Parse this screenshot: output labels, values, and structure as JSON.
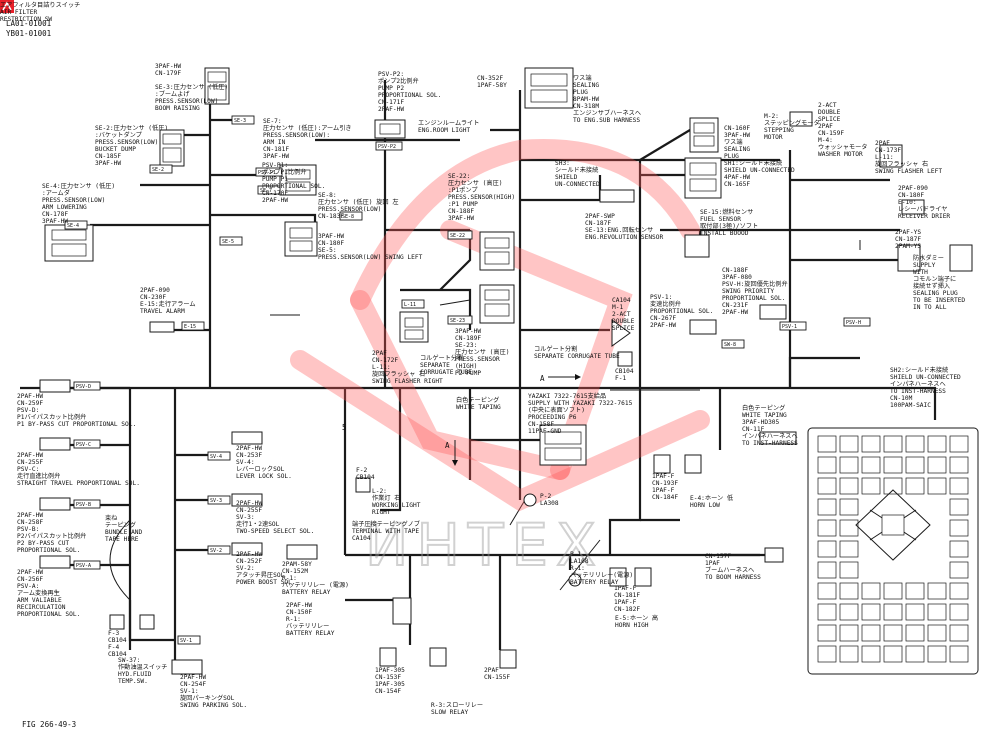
{
  "header": {
    "code1": "LA01-01001",
    "code2": "YB01-01001"
  },
  "footer": {
    "figure": "FIG 266-49-3"
  },
  "watermark": {
    "text": "ИНТЕХ",
    "color": "#ff5a5a"
  },
  "labels": [
    {
      "id": "se3",
      "lines": [
        "3PAF-HW",
        "CN-179F",
        "",
        "SE-3:圧力センサ (低圧)",
        "  :ブームよげ",
        "PRESS.SENSOR(LOW)",
        "BOOM RAISING"
      ]
    },
    {
      "id": "se2",
      "lines": [
        "SE-2:圧力センサ (低圧)",
        "  :バケットダンプ",
        "PRESS.SENSOR(LOW)",
        "BUCKET DUMP",
        "CN-185F",
        "3PAF-HW"
      ]
    },
    {
      "id": "se4",
      "lines": [
        "SE-4:圧力センサ (低圧)",
        "  :アームダ",
        "PRESS.SENSOR(LOW)",
        "ARM LOWERING",
        "CN-178F",
        "3PAF-HW"
      ]
    },
    {
      "id": "se7",
      "lines": [
        "SE-7:",
        "圧力センサ (低圧):アーム引き",
        "PRESS.SENSOR(LOW):",
        "ARM IN",
        "CN-181F",
        "3PAF-HW"
      ]
    },
    {
      "id": "psvp2",
      "lines": [
        "PSV-P2:",
        "ポンプ2比例弁",
        "PUMP P2",
        "PROPORTIONAL SOL.",
        "CN-171F",
        "2PAF-HW"
      ]
    },
    {
      "id": "psvp1",
      "lines": [
        "PSV-P1:",
        "ポンプP1比例弁",
        "PUMP P1",
        "PROPORTIONAL SOL.",
        "CN-170F",
        "2PAF-HW"
      ]
    },
    {
      "id": "se8",
      "lines": [
        "SE-8:",
        "圧力センサ (低圧) 旋回 左",
        "PRESS.SENSOR(LOW)",
        "CN-183F"
      ]
    },
    {
      "id": "se5",
      "lines": [
        "3PAF-HW",
        "CN-180F",
        "SE-5:",
        "PRESS.SENSOR(LOW) SWING LEFT"
      ]
    },
    {
      "id": "e15",
      "lines": [
        "2PAF-090",
        "CN-230F",
        "E-15:走行アラーム",
        "TRAVEL ALARM"
      ]
    },
    {
      "id": "engroom",
      "lines": [
        "エンジンルームライト",
        "ENG.ROOM LIGHT"
      ]
    },
    {
      "id": "cn352",
      "lines": [
        "CN-352F",
        "1PAF-58Y"
      ]
    },
    {
      "id": "sealplug",
      "lines": [
        "ワス端",
        "SEALING",
        "PLUG",
        "8PAM-HW",
        "CN-318M",
        "エンジンサブハーネスへ",
        "TO ENG.SUB HARNESS"
      ]
    },
    {
      "id": "se22",
      "lines": [
        "SE-22:",
        "圧力センサ (高圧)",
        ":P1ポンプ",
        "PRESS.SENSOR(HIGH)",
        ":P1 PUMP",
        "CN-188F",
        "3PAF-HW"
      ]
    },
    {
      "id": "sh3",
      "lines": [
        "SH3:",
        "シールド未接続",
        "SHIELD",
        "UN-CONNECTED"
      ]
    },
    {
      "id": "se13",
      "lines": [
        "2PAF-SWP",
        "CN-187F",
        "SE-13:ENG.回転センサ",
        "ENG.REVOLUTION SENSOR"
      ]
    },
    {
      "id": "cn160",
      "lines": [
        "CN-160F",
        "3PAF-HW",
        "ワス端",
        "SEALING",
        "PLUG",
        "SH1:シールド未接続",
        "SHIELD UN-CONNECTED",
        "4PAF-HW",
        "CN-165F"
      ]
    },
    {
      "id": "m2",
      "lines": [
        "M-2:",
        "ステッピングモータ",
        "STEPPING",
        "MOTOR"
      ]
    },
    {
      "id": "m4",
      "lines": [
        "2-ACT",
        "DOUBLE",
        "SPLICE",
        "2PAF",
        "CN-159F",
        "M-4:",
        "ウォッシャモータ",
        "WASHER MOTOR"
      ]
    },
    {
      "id": "l11r",
      "lines": [
        "2PAF",
        "CN-173F",
        "L-11:",
        "旋回フラッシャ 右",
        "SWING FLASHER LEFT"
      ]
    },
    {
      "id": "e10",
      "lines": [
        "2PAF-090",
        "CN-180F",
        "E-10:",
        "レシーバドライヤ",
        "RECEIVER DRIER"
      ]
    },
    {
      "id": "se15",
      "lines": [
        "SE-15:燃料センサ",
        "FUEL SENSOR",
        "取付部(3極)/ソフト",
        "INSTALL BOOOD"
      ]
    },
    {
      "id": "cn187",
      "lines": [
        "2PAF-YS",
        "CN-187F",
        "2PAM-YS"
      ]
    },
    {
      "id": "psvh",
      "lines": [
        "CN-188F",
        "3PAF-080",
        "PSV-H:旋回優先比例弁",
        "SWING PRIORITY",
        "PROPORTIONAL SOL.",
        "CN-231F",
        "2PAF-HW"
      ]
    },
    {
      "id": "sealplug2",
      "lines": [
        "防水ダミー",
        "SUPPLY",
        "WITH",
        "コモルン端子に",
        "接続せず挿入",
        "SEALING PLUG",
        "TO BE INSERTED",
        "IN TO ALL"
      ]
    },
    {
      "id": "l11",
      "lines": [
        "2PAF",
        "CN-172F",
        "L-11:",
        "旋回フラッシャ 右",
        "SWING FLASHER RIGHT"
      ]
    },
    {
      "id": "sep",
      "lines": [
        "コルゲート分割",
        "SEPARATE",
        "CORRUGATE TUBE"
      ]
    },
    {
      "id": "se23",
      "lines": [
        "3PAF-HW",
        "CN-189F",
        "SE-23:",
        "圧力センサ (高圧)",
        "PRESS.SENSOR",
        "(HIGH)",
        "P2 PUMP"
      ]
    },
    {
      "id": "sep2",
      "lines": [
        "コルゲート分割",
        "SEPARATE CORRUGATE TUBE"
      ]
    },
    {
      "id": "ca104",
      "lines": [
        "CA104",
        "M-1",
        "2-ACT",
        "DOUBLE",
        "SPLICE"
      ]
    },
    {
      "id": "psv1",
      "lines": [
        "PSV-1:",
        "変速比例弁",
        "PROPORTIONAL SOL.",
        "CN-267F",
        "2PAF-HW"
      ]
    },
    {
      "id": "sw8",
      "lines": [
        "SW-8:",
        "エアフィルタ目詰りスイッチ",
        "AIR FILTER",
        "RESTRICTION SW"
      ]
    },
    {
      "id": "cb104a",
      "lines": [
        "CB104",
        "F-1"
      ]
    },
    {
      "id": "sh2",
      "lines": [
        "SH2:シールド未接続",
        "SHIELD UN-CONNECTED",
        "インパネハーネスへ",
        "TO INST-HARNESS",
        "CN-10M",
        "100PAM-SAIC"
      ]
    },
    {
      "id": "psvd",
      "lines": [
        "2PAF-HW",
        "CN-259F",
        "PSV-D:",
        "P1バイパスカット比例弁",
        "P1 BY-PASS CUT PROPORTIONAL SOL."
      ]
    },
    {
      "id": "psvc",
      "lines": [
        "2PAF-HW",
        "CN-255F",
        "PSV-C:",
        "走行直進比例弁",
        "STRAIGHT TRAVEL PROPORTIONAL SOL."
      ]
    },
    {
      "id": "psvb",
      "lines": [
        "2PAF-HW",
        "CN-258F",
        "PSV-B:",
        "P2バイパスカット比例弁",
        "P2 BY-PASS CUT",
        "PROPORTIONAL SOL."
      ]
    },
    {
      "id": "psva",
      "lines": [
        "2PAF-HW",
        "CN-256F",
        "PSV-A:",
        "アーム変換再生",
        "ARM VALIABLE",
        "RECIRCULATION",
        "PROPORTIONAL SOL."
      ]
    },
    {
      "id": "bundle",
      "lines": [
        "束ね",
        "テーピング",
        "BUNDLE AND",
        "TAPE HERE"
      ]
    },
    {
      "id": "sv4",
      "lines": [
        "2PAF-HW",
        "CN-253F",
        "SV-4:",
        "レバーロックSOL",
        "LEVER LOCK SOL."
      ]
    },
    {
      "id": "sv3",
      "lines": [
        "2PAF-HW",
        "CN-255F",
        "SV-3:",
        "走行1・2速SOL",
        "TWO-SPEED SELECT SOL."
      ]
    },
    {
      "id": "sv2",
      "lines": [
        "2PAF-HW",
        "CN-252F",
        "SV-2:",
        "アタッチ昇圧SOL",
        "POWER BOOST SOL."
      ]
    },
    {
      "id": "f2",
      "lines": [
        "F-2",
        "CB104"
      ]
    },
    {
      "id": "l2",
      "lines": [
        "L-2:",
        "作業灯 右",
        "WORKING LIGHT",
        "RIGHT"
      ]
    },
    {
      "id": "ca104b",
      "lines": [
        "端子圧接テーピングノブ",
        "TERMINAL WITH TAPE",
        "CA104"
      ]
    },
    {
      "id": "yazaki",
      "lines": [
        "YAZAKI 7322-7615支給品",
        "SUPPLY WITH YAZAKI 7322-7615",
        "(中央に表面ソフト)",
        "PROCEEDING P6",
        "CN-158F",
        "11PAF-GND"
      ]
    },
    {
      "id": "taping",
      "lines": [
        "白色テーピング",
        "WHITE TAPING"
      ]
    },
    {
      "id": "p2",
      "lines": [
        "P-2",
        "LA308"
      ]
    },
    {
      "id": "cn193",
      "lines": [
        "1PAF-F",
        "CN-193F",
        "1PAF-F",
        "CN-184F"
      ]
    },
    {
      "id": "e4",
      "lines": [
        "E-4:ホーン 低",
        "HORN LOW"
      ]
    },
    {
      "id": "inst",
      "lines": [
        "白色テーピング",
        "WHITE TAPING",
        "3PAF-HD305",
        "CN-11F",
        "インパネハーネスへ",
        "TO INST-HARNESS"
      ]
    },
    {
      "id": "cn152",
      "lines": [
        "2PAM-58Y",
        "CN-152M",
        "R-1:",
        "バッテリリレー (電源)",
        "BATTERY RELAY"
      ]
    },
    {
      "id": "cn150",
      "lines": [
        "2PAF-HW",
        "CN-150F",
        "R-1:",
        "バッテリリレー",
        "BATTERY RELAY"
      ]
    },
    {
      "id": "p1",
      "lines": [
        "P-1",
        "LA108",
        "R-1:",
        "バッテリリレー(電源)",
        "BATTERY RELAY"
      ]
    },
    {
      "id": "cn181",
      "lines": [
        "1PAF-F",
        "CN-181F",
        "1PAF-F",
        "CN-182F"
      ]
    },
    {
      "id": "e5",
      "lines": [
        "E-5:ホーン 高",
        "HORN HIGH"
      ]
    },
    {
      "id": "cn157",
      "lines": [
        "CN-157F",
        "1PAF",
        "ブームハーネスへ",
        "TO BOOM HARNESS"
      ]
    },
    {
      "id": "f3",
      "lines": [
        "F-3",
        "CB104",
        "F-4",
        "CB104"
      ]
    },
    {
      "id": "sw37",
      "lines": [
        "SW-37:",
        "作動油温スイッチ",
        "HYD.FLUID",
        "TEMP.SW."
      ]
    },
    {
      "id": "sv1",
      "lines": [
        "2PAF-HW",
        "CN-254F",
        "SV-1:",
        "旋回パーキングSOL",
        "SWING PARKING SOL."
      ]
    },
    {
      "id": "cn153",
      "lines": [
        "1PAF-305",
        "CN-153F",
        "1PAF-305",
        "CN-154F"
      ]
    },
    {
      "id": "cn155",
      "lines": [
        "2PAF",
        "CN-155F"
      ]
    },
    {
      "id": "slow",
      "lines": [
        "R-3:スローリレー",
        "SLOW RELAY"
      ]
    }
  ],
  "connector_codes": [
    {
      "id": "c-se3",
      "text": "SE-3"
    },
    {
      "id": "c-se2",
      "text": "SE-2"
    },
    {
      "id": "c-se4",
      "text": "SE-4"
    },
    {
      "id": "c-se7",
      "text": "SE-7"
    },
    {
      "id": "c-psvp2",
      "text": "PSV-P2"
    },
    {
      "id": "c-psvp1",
      "text": "PSV-P1"
    },
    {
      "id": "c-se8",
      "text": "SE-8"
    },
    {
      "id": "c-se5",
      "text": "SE-5"
    },
    {
      "id": "c-e15",
      "text": "E-15"
    },
    {
      "id": "c-se22",
      "text": "SE-22"
    },
    {
      "id": "c-se23",
      "text": "SE-23"
    },
    {
      "id": "c-psvh",
      "text": "PSV-H"
    },
    {
      "id": "c-psv1",
      "text": "PSV-1"
    },
    {
      "id": "c-sw8",
      "text": "SW-8"
    },
    {
      "id": "c-psvd",
      "text": "PSV-D"
    },
    {
      "id": "c-psvc",
      "text": "PSV-C"
    },
    {
      "id": "c-psvb",
      "text": "PSV-B"
    },
    {
      "id": "c-psva",
      "text": "PSV-A"
    },
    {
      "id": "c-sv4",
      "text": "SV-4"
    },
    {
      "id": "c-sv3",
      "text": "SV-3"
    },
    {
      "id": "c-sv2",
      "text": "SV-2"
    },
    {
      "id": "c-sv1",
      "text": "SV-1"
    },
    {
      "id": "c-l11",
      "text": "L-11"
    }
  ],
  "markers": [
    {
      "id": "arrow-a1",
      "text": "A"
    },
    {
      "id": "arrow-a2",
      "text": "A"
    },
    {
      "id": "num-5",
      "text": "5"
    }
  ]
}
